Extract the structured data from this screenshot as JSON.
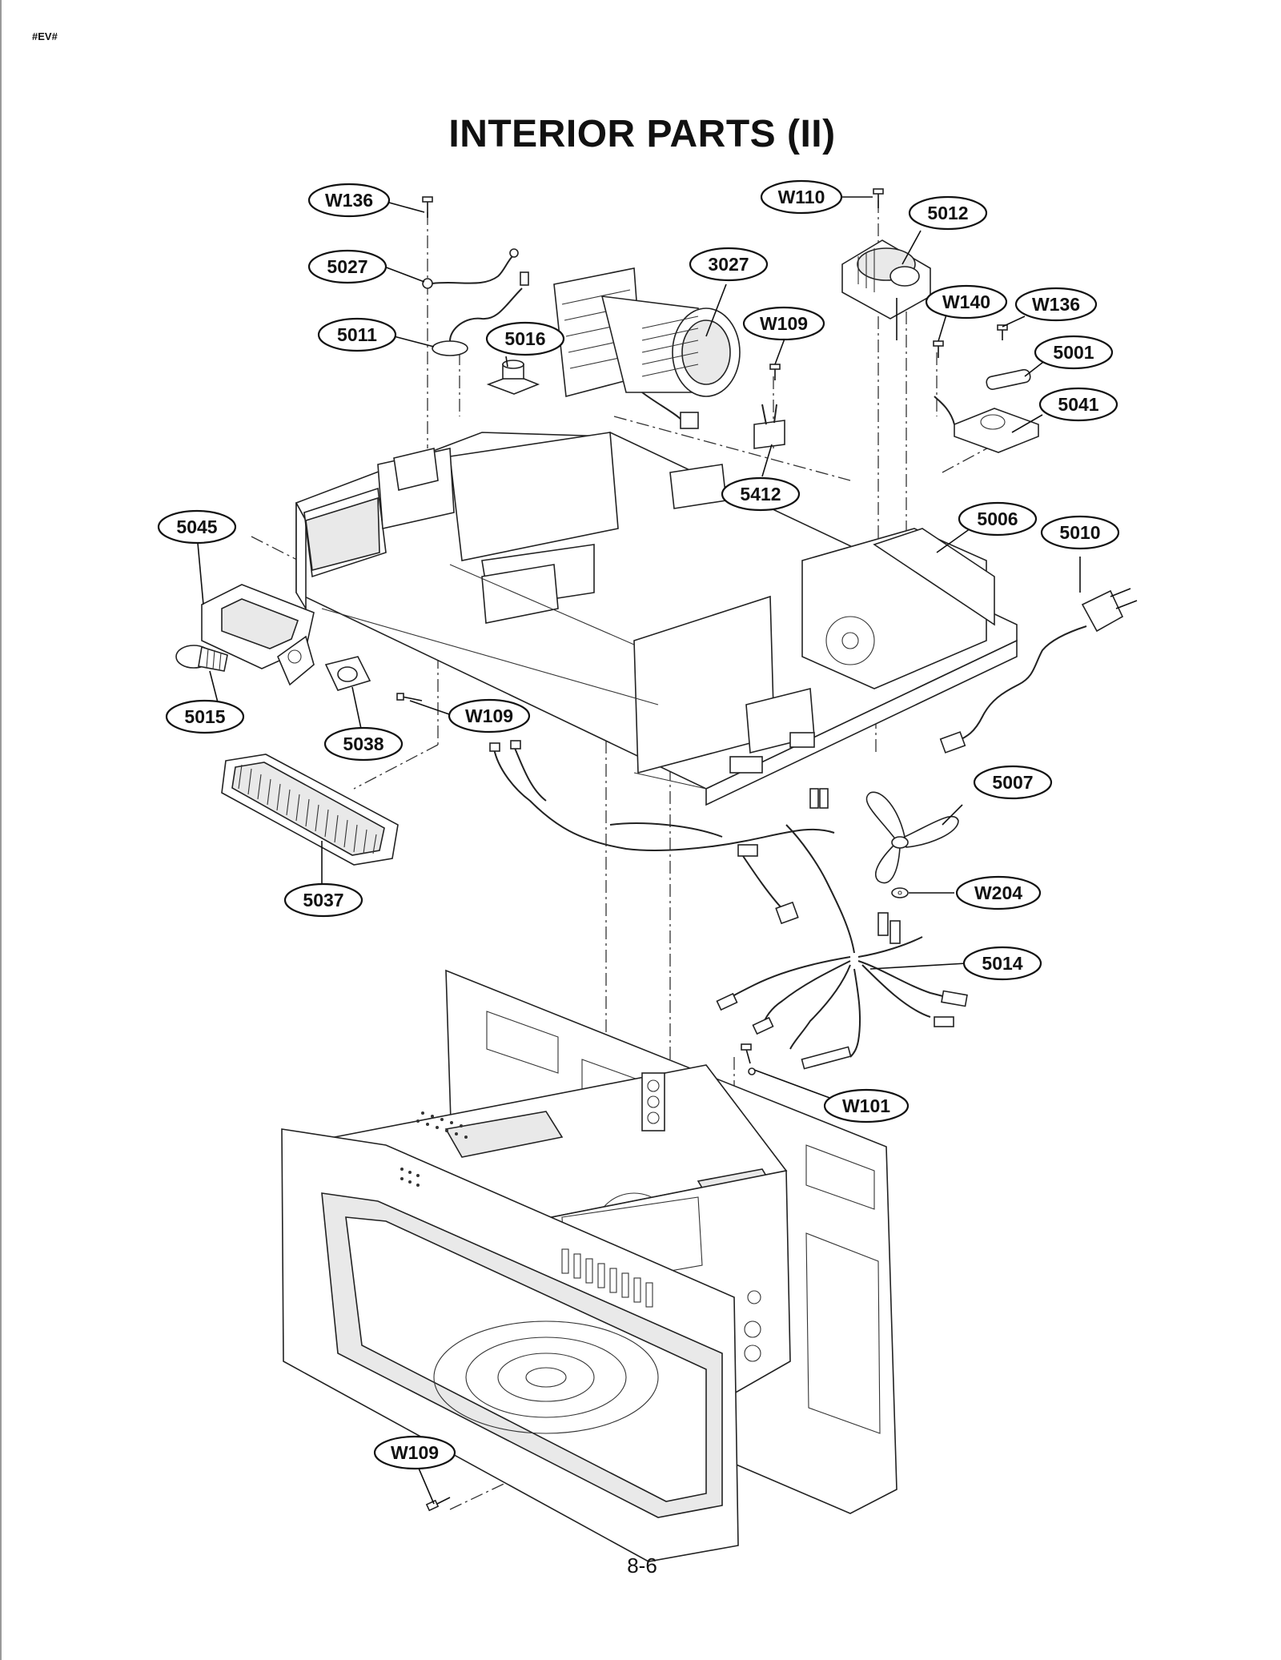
{
  "header": {
    "tag": "#EV#",
    "title": "INTERIOR PARTS (II)"
  },
  "footer": {
    "page_number": "8-6"
  },
  "callouts": {
    "w136_top": "W136",
    "p5027": "5027",
    "p5011": "5011",
    "p5016": "5016",
    "p3027": "3027",
    "w110": "W110",
    "p5012": "5012",
    "w109_motor": "W109",
    "w140": "W140",
    "w136_right": "W136",
    "p5001": "5001",
    "p5041": "5041",
    "p5412": "5412",
    "p5006": "5006",
    "p5010": "5010",
    "p5045": "5045",
    "p5015": "5015",
    "p5038": "5038",
    "w109_lamp": "W109",
    "p5037": "5037",
    "p5007": "5007",
    "w204": "W204",
    "p5014": "5014",
    "w101": "W101",
    "w109_bottom": "W109"
  }
}
